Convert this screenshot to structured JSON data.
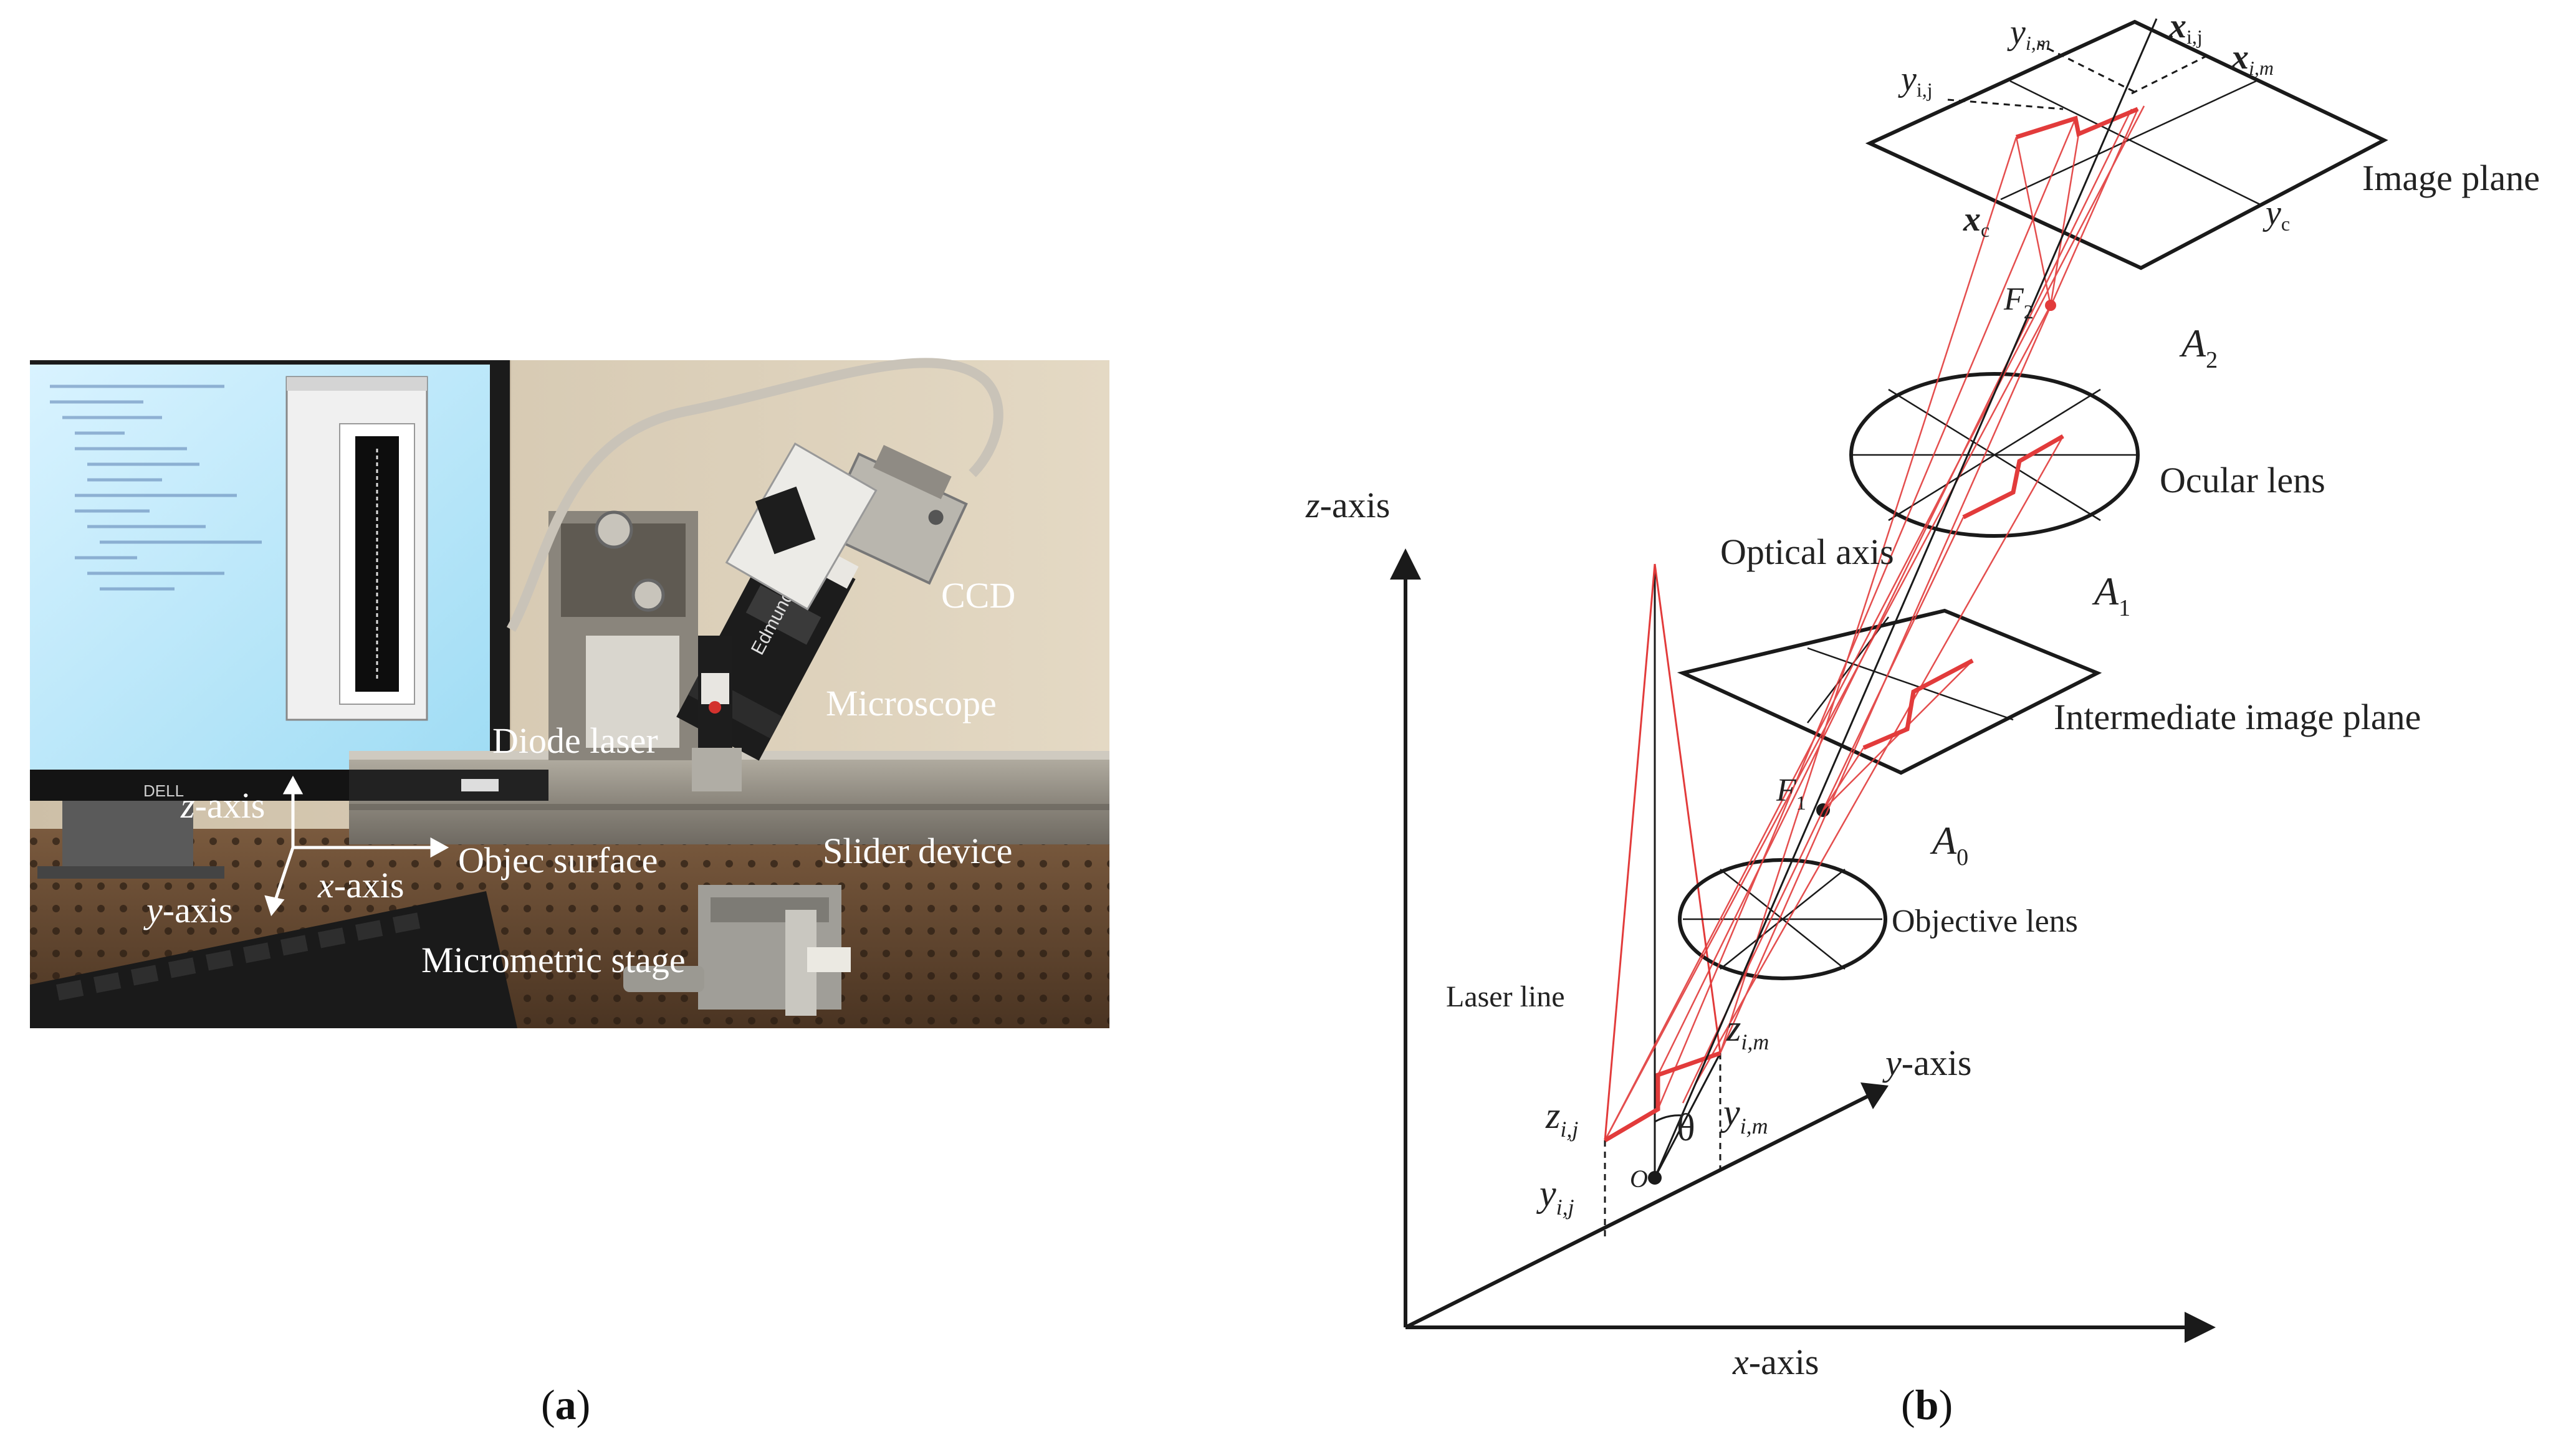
{
  "panel_a": {
    "labels": {
      "ccd": "CCD",
      "microscope": "Microscope",
      "diode_laser": "Diode laser",
      "z_axis_var": "z",
      "z_axis_suffix": "-axis",
      "x_axis_var": "x",
      "x_axis_suffix": "-axis",
      "y_axis_var": "y",
      "y_axis_suffix": "-axis",
      "object_surface": "Objec surface",
      "slider_device": "Slider device",
      "micrometric_stage": "Micrometric stage",
      "monitor_brand": "DELL",
      "microscope_brand": "Edmund"
    },
    "caption_letter": "a"
  },
  "panel_b": {
    "labels": {
      "z_axis_var": "z",
      "z_axis_suffix": "-axis",
      "x_axis_var": "x",
      "x_axis_suffix": "-axis",
      "y_axis_var": "y",
      "y_axis_suffix": "-axis",
      "image_plane": "Image plane",
      "ocular_lens": "Ocular lens",
      "optical_axis": "Optical axis",
      "intermediate_image_plane": "Intermediate image plane",
      "objective_lens": "Objective lens",
      "laser_line": "Laser line",
      "theta": "θ",
      "origin": "O",
      "A2": "A",
      "A2_sub": "2",
      "A1": "A",
      "A1_sub": "1",
      "A0": "A",
      "A0_sub": "0",
      "F2": "F",
      "F2_sub": "2",
      "F1": "F",
      "F1_sub": "1",
      "y_ij_top": "y",
      "y_ij_top_sub": "i,j",
      "y_im_top": "y",
      "y_im_top_sub": "i,m",
      "x_ij_top": "x",
      "x_ij_top_sub": "i,j",
      "x_im_top": "x",
      "x_im_top_sub": "i,m",
      "x_c": "x",
      "x_c_sub": "c",
      "y_c": "y",
      "y_c_sub": "c",
      "z_im": "z",
      "z_im_sub": "i,m",
      "z_ij": "z",
      "z_ij_sub": "i,j",
      "y_im_bottom": "y",
      "y_im_bottom_sub": "i,m",
      "y_ij_bottom": "y",
      "y_ij_bottom_sub": "i,j"
    },
    "caption_letter": "b"
  },
  "colors": {
    "ray_red": "#e23b3b",
    "line_black": "#1a1a1a"
  }
}
